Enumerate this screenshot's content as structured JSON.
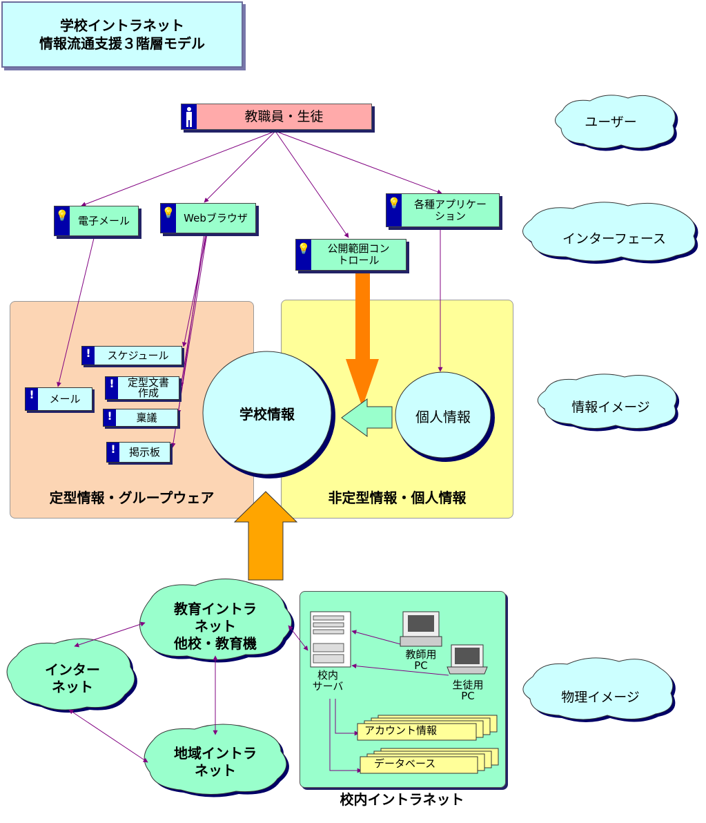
{
  "title": {
    "line1": "学校イントラネット",
    "line2": "情報流通支援３階層モデル"
  },
  "user": {
    "label": "教職員・生徒"
  },
  "layers": {
    "user": "ユーザー",
    "interface": "インターフェース",
    "info": "情報イメージ",
    "physical": "物理イメージ"
  },
  "interfaces": {
    "email": "電子メール",
    "web": "Webブラウザ",
    "scope": {
      "line1": "公開範囲コン",
      "line2": "トロール"
    },
    "apps": {
      "line1": "各種アプリケー",
      "line2": "ション"
    }
  },
  "groupware": {
    "label": "定型情報・グループウェア",
    "items": {
      "schedule": "スケジュール",
      "docs_line1": "定型文書",
      "docs_line2": "作成",
      "approval": "稟議",
      "board": "掲示板",
      "mail": "メール"
    }
  },
  "personal": {
    "label": "非定型情報・個人情報"
  },
  "circles": {
    "school": "学校情報",
    "personal": "個人情報"
  },
  "networks": {
    "edu": {
      "line1": "教育イントラ",
      "line2": "ネット",
      "line3": "他校・教育機"
    },
    "internet": {
      "line1": "インター",
      "line2": "ネット"
    },
    "regional": {
      "line1": "地域イントラ",
      "line2": "ネット"
    }
  },
  "campus": {
    "label": "校内イントラネット",
    "server_line1": "校内",
    "server_line2": "サーバ",
    "teacher_pc_line1": "教師用",
    "teacher_pc_line2": "PC",
    "student_pc_line1": "生徒用",
    "student_pc_line2": "PC",
    "account": "アカウント情報",
    "database": "データベース"
  },
  "colors": {
    "line": "#800080",
    "arrow_orange": "#ff8000",
    "arrow_gold": "#ffa500",
    "arrow_green": "#99ffcc",
    "cloud": "#ccffff",
    "cloud_green": "#99ffcc"
  }
}
